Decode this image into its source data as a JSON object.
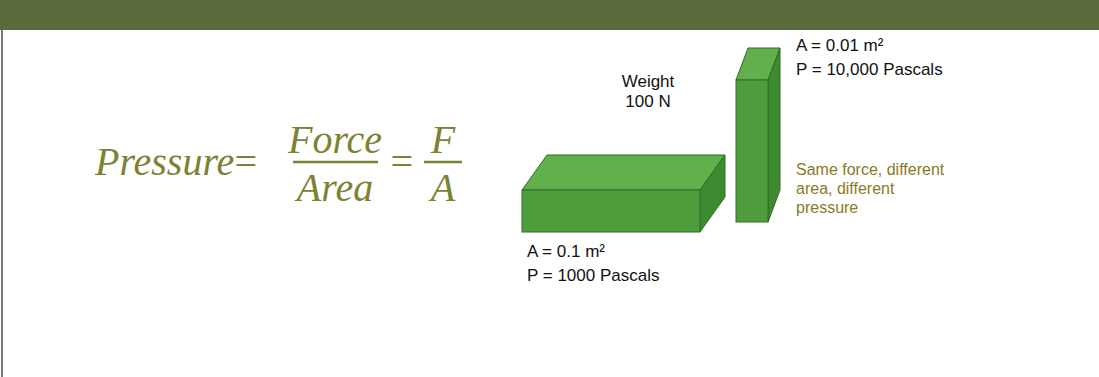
{
  "diagram": {
    "labels": [
      "Pressure",
      "=",
      "Force",
      "Area",
      "=",
      "F",
      "A",
      "Weight 100 N",
      "A = 0.1 m²",
      "P = 1000 Pascals",
      "A = 0.01 m²",
      "P = 10,000 Pascals",
      "Same force, different area, different pressure"
    ]
  }
}
